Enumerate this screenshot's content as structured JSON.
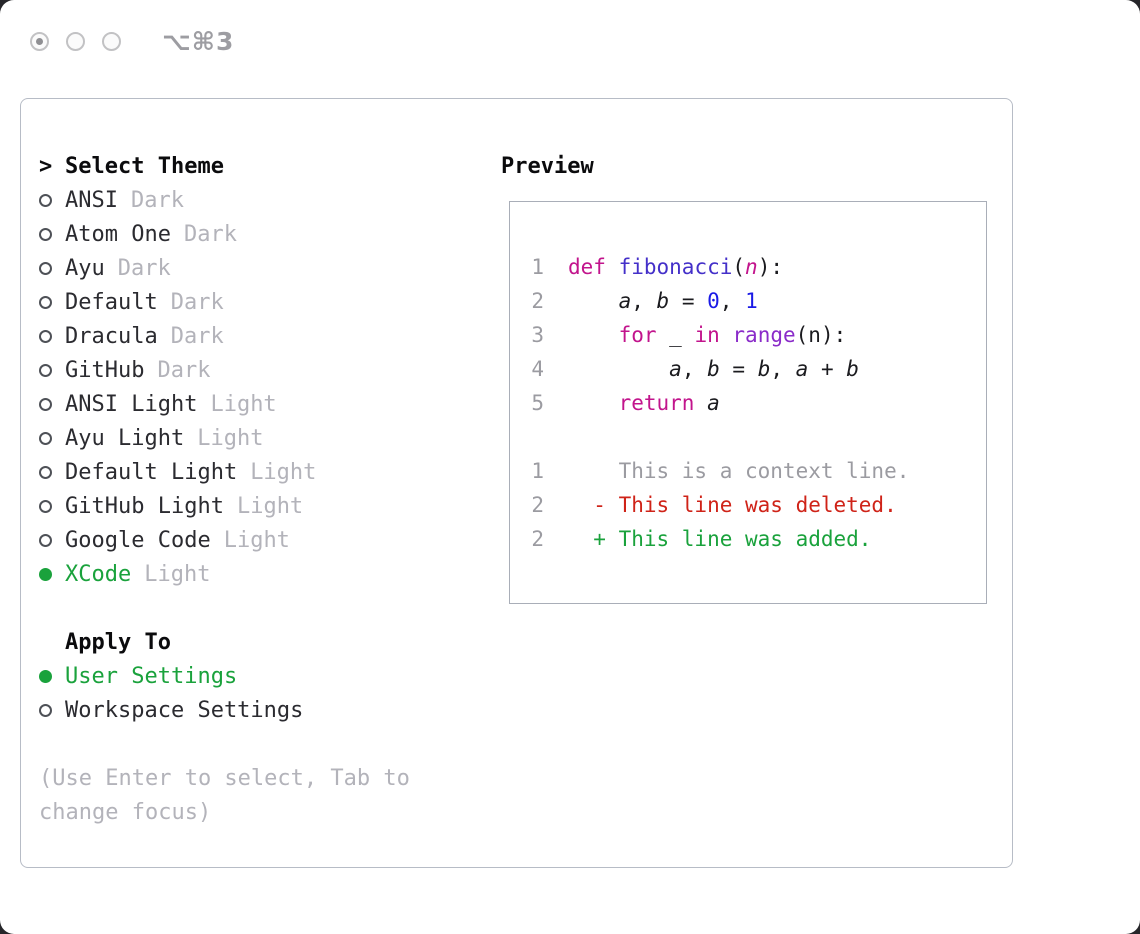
{
  "window": {
    "shortcut": "⌥⌘3"
  },
  "theme_picker": {
    "title_prefix": ">",
    "title": "Select Theme",
    "themes": [
      {
        "name": "ANSI",
        "variant": "Dark",
        "selected": false
      },
      {
        "name": "Atom One",
        "variant": "Dark",
        "selected": false
      },
      {
        "name": "Ayu",
        "variant": "Dark",
        "selected": false
      },
      {
        "name": "Default",
        "variant": "Dark",
        "selected": false
      },
      {
        "name": "Dracula",
        "variant": "Dark",
        "selected": false
      },
      {
        "name": "GitHub",
        "variant": "Dark",
        "selected": false
      },
      {
        "name": "ANSI Light",
        "variant": "Light",
        "selected": false
      },
      {
        "name": "Ayu Light",
        "variant": "Light",
        "selected": false
      },
      {
        "name": "Default Light",
        "variant": "Light",
        "selected": false
      },
      {
        "name": "GitHub Light",
        "variant": "Light",
        "selected": false
      },
      {
        "name": "Google Code",
        "variant": "Light",
        "selected": false
      },
      {
        "name": "XCode",
        "variant": "Light",
        "selected": true
      }
    ],
    "apply_to": {
      "title": "Apply To",
      "options": [
        {
          "label": "User Settings",
          "selected": true
        },
        {
          "label": "Workspace Settings",
          "selected": false
        }
      ]
    },
    "hint_lines": [
      "(Use Enter to select, Tab to",
      "change focus)"
    ]
  },
  "preview": {
    "title": "Preview",
    "code_lines": [
      {
        "num": "1",
        "tokens": [
          [
            "kw",
            "def"
          ],
          [
            "pl",
            " "
          ],
          [
            "fn",
            "fibonacci"
          ],
          [
            "pl",
            "("
          ],
          [
            "param",
            "n"
          ],
          [
            "pl",
            "):"
          ]
        ]
      },
      {
        "num": "2",
        "tokens": [
          [
            "pl",
            "    "
          ],
          [
            "var",
            "a"
          ],
          [
            "pl",
            ", "
          ],
          [
            "var",
            "b"
          ],
          [
            "pl",
            " = "
          ],
          [
            "lit",
            "0"
          ],
          [
            "pl",
            ", "
          ],
          [
            "lit",
            "1"
          ]
        ]
      },
      {
        "num": "3",
        "tokens": [
          [
            "pl",
            "    "
          ],
          [
            "kw",
            "for"
          ],
          [
            "pl",
            " _ "
          ],
          [
            "kw",
            "in"
          ],
          [
            "pl",
            " "
          ],
          [
            "call",
            "range"
          ],
          [
            "pl",
            "("
          ],
          [
            "pl",
            "n"
          ],
          [
            "pl",
            "):"
          ]
        ]
      },
      {
        "num": "4",
        "tokens": [
          [
            "pl",
            "        "
          ],
          [
            "var",
            "a"
          ],
          [
            "pl",
            ", "
          ],
          [
            "var",
            "b"
          ],
          [
            "pl",
            " = "
          ],
          [
            "var",
            "b"
          ],
          [
            "pl",
            ", "
          ],
          [
            "var",
            "a"
          ],
          [
            "pl",
            " + "
          ],
          [
            "var",
            "b"
          ]
        ]
      },
      {
        "num": "5",
        "tokens": [
          [
            "pl",
            "    "
          ],
          [
            "kw",
            "return"
          ],
          [
            "pl",
            " "
          ],
          [
            "var",
            "a"
          ]
        ]
      }
    ],
    "diff_lines": [
      {
        "num": "1",
        "type": "context",
        "text": "    This is a context line."
      },
      {
        "num": "2",
        "type": "deleted",
        "text": "  - This line was deleted."
      },
      {
        "num": "2",
        "type": "added",
        "text": "  + This line was added."
      }
    ]
  },
  "colors": {
    "green": "#1aa23c",
    "keyword": "#c2148c",
    "function": "#4430c9",
    "call": "#8a2bc9",
    "literal": "#1a1ae6",
    "context": "#9b9ba1",
    "deleted": "#cf2318",
    "added": "#1aa23c",
    "gutter": "#9b9ba1",
    "text": "#2b2b30",
    "muted": "#b3b3ba",
    "border": "#b7bcc6"
  }
}
